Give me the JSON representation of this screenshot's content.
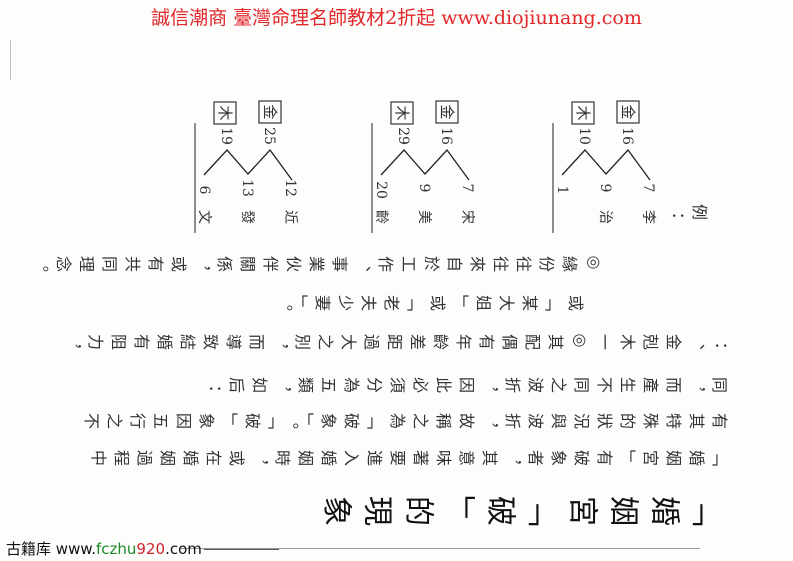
{
  "header": {
    "watermark": "誠信潮商 臺灣命理名師教材2折起 www.diojiunang.com"
  },
  "title": "「婚姻宮「破」的現象",
  "lines": [
    "「婚姻宮」有破象者，其意味著要進入婚姻時，或在婚姻過程中",
    "有其特殊的狀況與波折，故稱之為「破象」。「破」象因五行之不",
    "同，而產生不同之波折，因此必須分為五類，如后：",
    "：、金剋木一◎其配偶有年齡差距過大之別，而導致結婚有阻力，",
    "或「某大姐」或「老夫少妻」。",
    "◎緣份往往來自於工作、事業伙伴關係，或有共同理念。"
  ],
  "example_label": "例：",
  "examples": [
    {
      "boxes": [
        "金",
        "木"
      ],
      "top": [
        "16",
        "10"
      ],
      "bottom": [
        "7",
        "9",
        "1"
      ],
      "names": [
        "李",
        "治",
        ""
      ]
    },
    {
      "boxes": [
        "金",
        "木"
      ],
      "top": [
        "16",
        "29"
      ],
      "bottom": [
        "7",
        "9",
        "20"
      ],
      "names": [
        "宋",
        "美",
        "齡"
      ]
    },
    {
      "boxes": [
        "金",
        "木"
      ],
      "top": [
        "25",
        "19"
      ],
      "bottom": [
        "12",
        "13",
        "6"
      ],
      "names": [
        "近",
        "發",
        "文"
      ]
    }
  ],
  "footer": {
    "brand": "古籍库",
    "www": "www.",
    "mid": "fczhu",
    "num": "920",
    "com": ".com"
  }
}
